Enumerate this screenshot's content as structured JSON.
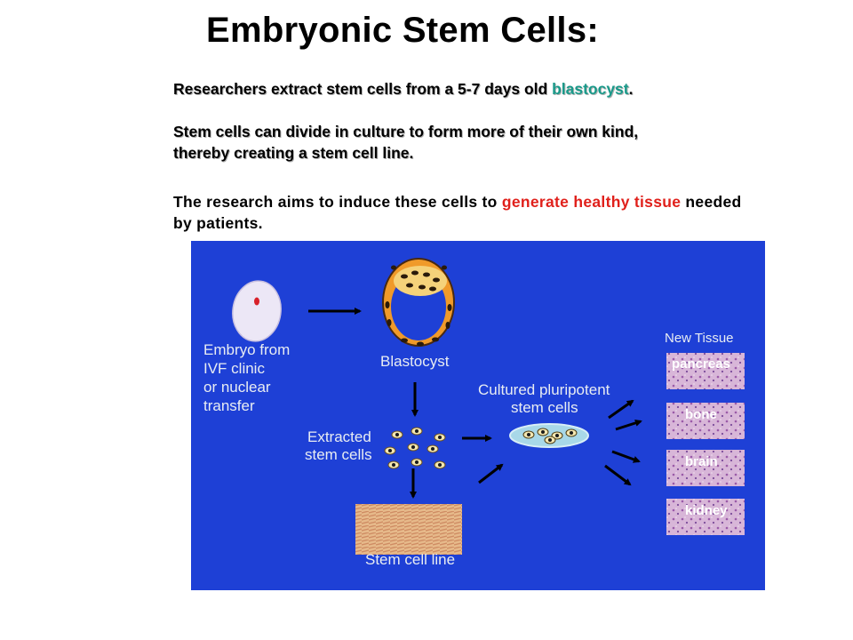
{
  "title": "Embryonic Stem Cells:",
  "paragraph1": {
    "before": "Researchers extract stem cells from a 5-7 days old ",
    "highlight": "blastocyst",
    "after": "."
  },
  "paragraph2": {
    "line1": "Stem cells can divide in culture to form more of their own kind,",
    "line2": "thereby creating a stem cell line."
  },
  "paragraph3": {
    "before": "The research aims to induce these cells to ",
    "highlight": "generate healthy tissue",
    "after": " needed by patients."
  },
  "colors": {
    "panel_background": "#1e40d6",
    "highlight_teal": "#1a9a8a",
    "highlight_red": "#e0201b"
  },
  "diagram": {
    "embryo_label": [
      "Embryo from",
      "IVF clinic",
      "or nuclear",
      "transfer"
    ],
    "blastocyst_label": "Blastocyst",
    "extracted_label": [
      "Extracted",
      "stem cells"
    ],
    "cultured_label": [
      "Cultured pluripotent",
      "stem cells"
    ],
    "stem_cell_line_label": "Stem cell line",
    "new_tissue_heading": "New Tissue",
    "tissues": [
      "pancreas",
      "bone",
      "brain",
      "kidney"
    ]
  }
}
